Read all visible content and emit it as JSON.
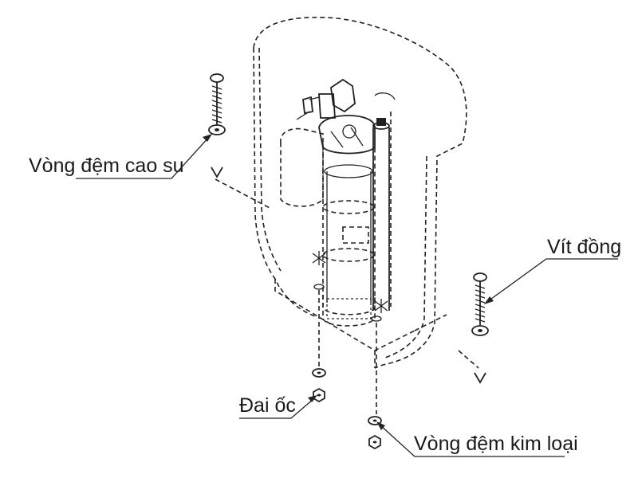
{
  "labels": {
    "rubber_washer": "Vòng đệm cao su",
    "brass_screw": "Vít đồng",
    "nut": "Đai ốc",
    "metal_washer": "Vòng đệm kim loại"
  },
  "colors": {
    "line": "#222222",
    "background": "#ffffff"
  }
}
